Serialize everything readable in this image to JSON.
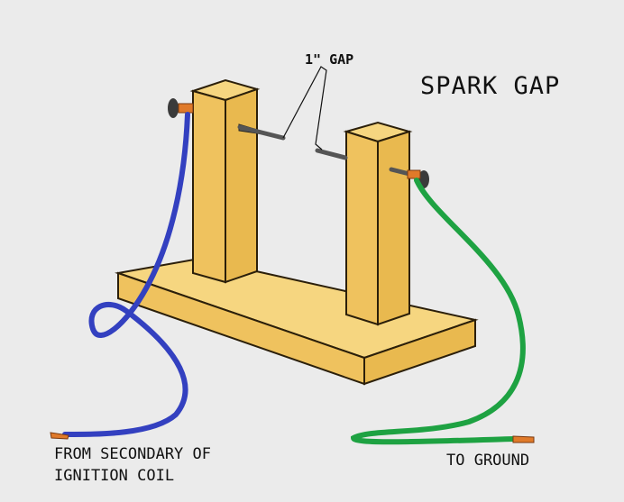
{
  "title": "SPARK GAP",
  "gap_label": "1\" GAP",
  "source_label_line1": "FROM SECONDARY OF",
  "source_label_line2": "IGNITION COIL",
  "ground_label": "TO GROUND",
  "colors": {
    "background": "#ebebeb",
    "wood_top": "#f6d680",
    "wood_front": "#efc25e",
    "wood_side": "#e9b94f",
    "wood_outline": "#2b1f0a",
    "secondary_wire": "#3340c0",
    "ground_wire": "#1ea242",
    "copper": "#e07a2a",
    "nail": "#555555"
  },
  "icons": [
    "left-screw-icon",
    "right-screw-icon",
    "left-nail-icon",
    "right-nail-icon"
  ]
}
